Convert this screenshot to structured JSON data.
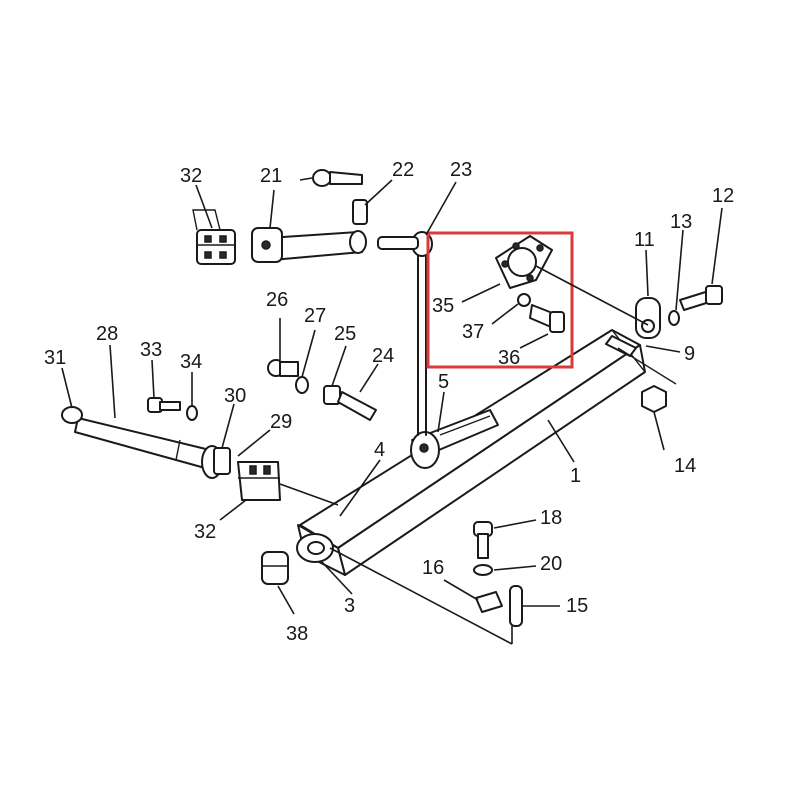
{
  "highlight": {
    "color": "#d93a3a"
  },
  "callouts": [
    {
      "id": "1",
      "text": "1"
    },
    {
      "id": "3",
      "text": "3"
    },
    {
      "id": "4",
      "text": "4"
    },
    {
      "id": "5",
      "text": "5"
    },
    {
      "id": "9",
      "text": "9"
    },
    {
      "id": "11",
      "text": "11"
    },
    {
      "id": "12",
      "text": "12"
    },
    {
      "id": "13",
      "text": "13"
    },
    {
      "id": "14",
      "text": "14"
    },
    {
      "id": "15",
      "text": "15"
    },
    {
      "id": "16",
      "text": "16"
    },
    {
      "id": "18",
      "text": "18"
    },
    {
      "id": "20",
      "text": "20"
    },
    {
      "id": "21",
      "text": "21"
    },
    {
      "id": "22",
      "text": "22"
    },
    {
      "id": "23",
      "text": "23"
    },
    {
      "id": "24",
      "text": "24"
    },
    {
      "id": "25",
      "text": "25"
    },
    {
      "id": "26",
      "text": "26"
    },
    {
      "id": "27",
      "text": "27"
    },
    {
      "id": "28",
      "text": "28"
    },
    {
      "id": "29",
      "text": "29"
    },
    {
      "id": "30",
      "text": "30"
    },
    {
      "id": "31",
      "text": "31"
    },
    {
      "id": "32a",
      "text": "32"
    },
    {
      "id": "32b",
      "text": "32"
    },
    {
      "id": "33",
      "text": "33"
    },
    {
      "id": "34",
      "text": "34"
    },
    {
      "id": "35",
      "text": "35"
    },
    {
      "id": "36",
      "text": "36"
    },
    {
      "id": "37",
      "text": "37"
    },
    {
      "id": "38",
      "text": "38"
    }
  ]
}
